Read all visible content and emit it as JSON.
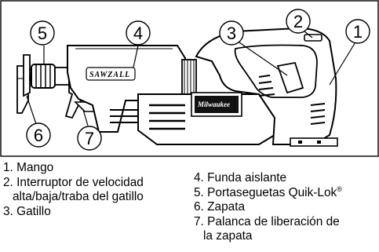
{
  "diagram": {
    "callouts": [
      {
        "number": "1"
      },
      {
        "number": "2"
      },
      {
        "number": "3"
      },
      {
        "number": "4"
      },
      {
        "number": "5"
      },
      {
        "number": "6"
      },
      {
        "number": "7"
      }
    ],
    "tool_marking": "SAWZALL",
    "brand_badge": "Milwaukee"
  },
  "legend": {
    "left_column": [
      {
        "number": "1.",
        "text": "Mango"
      },
      {
        "number": "2.",
        "text": "Interruptor de velocidad",
        "continuation": "alta/baja/traba del gatillo"
      },
      {
        "number": "3.",
        "text": "Gatillo"
      }
    ],
    "right_column": [
      {
        "number": "4.",
        "text": "Funda aislante"
      },
      {
        "number": "5.",
        "text": "Portaseguetas Quik-Lok",
        "mark": "®"
      },
      {
        "number": "6.",
        "text": "Zapata"
      },
      {
        "number": "7.",
        "text": "Palanca de liberación de",
        "continuation": "la zapata"
      }
    ]
  }
}
